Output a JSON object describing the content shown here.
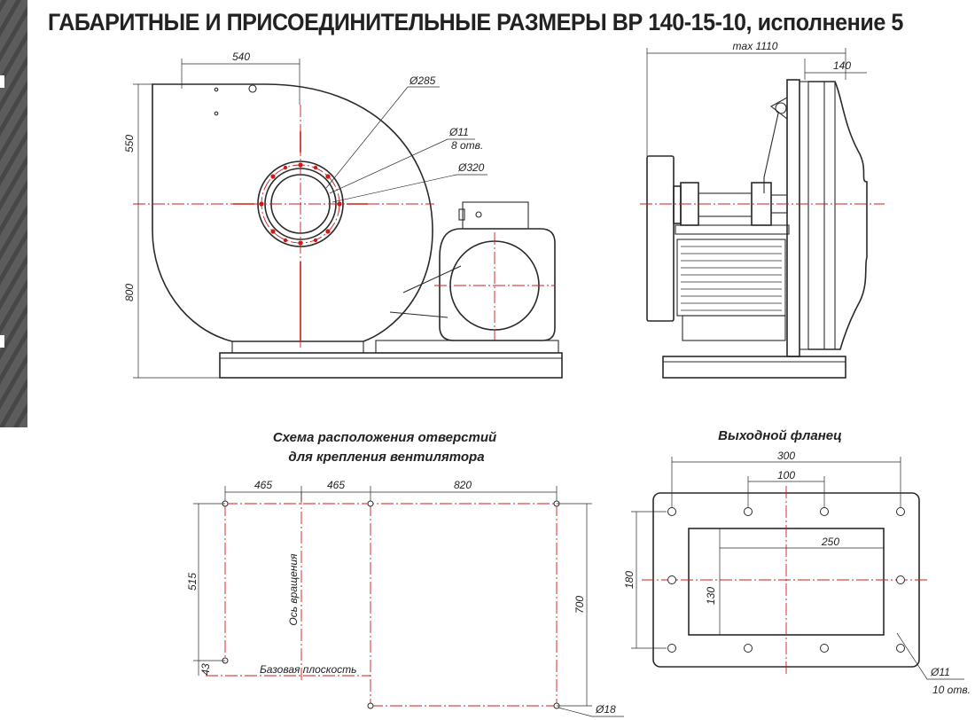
{
  "page": {
    "title": "ГАБАРИТНЫЕ И ПРИСОЕДИНИТЕЛЬНЫЕ РАЗМЕРЫ ВР 140-15-10, исполнение 5"
  },
  "colors": {
    "line": "#2a2a2a",
    "axis": "#d21919",
    "sidebar": "#555555"
  },
  "front_view": {
    "dim_width": "540",
    "dim_top_height": "550",
    "dim_bottom_height": "800",
    "dia_inner": "Ø285",
    "dia_holes": "Ø11",
    "holes_count": "8 отв.",
    "dia_outer": "Ø320"
  },
  "side_view": {
    "dim_max": "max 1110",
    "dim_flange": "140"
  },
  "mounting_scheme": {
    "caption_line1": "Схема расположения отверстий",
    "caption_line2": "для крепления вентилятора",
    "dim_a": "465",
    "dim_b": "465",
    "dim_c": "820",
    "dim_height": "515",
    "dim_right": "700",
    "dim_small": "43",
    "axis_label": "Ось вращения",
    "base_label": "Базовая плоскость",
    "hole_dia": "Ø18"
  },
  "outlet_flange": {
    "caption": "Выходной фланец",
    "dim_width": "300",
    "dim_pitch": "100",
    "dim_opening": "250",
    "dim_height": "180",
    "dim_opening_h": "130",
    "hole_dia": "Ø11",
    "holes_count": "10 отв."
  }
}
